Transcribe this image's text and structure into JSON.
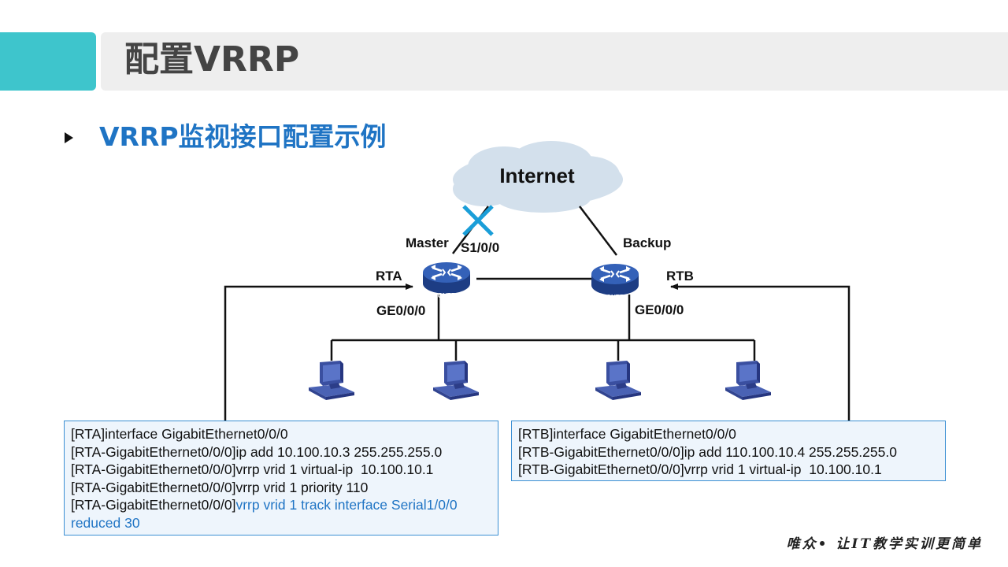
{
  "header": {
    "title": "配置VRRP"
  },
  "section": {
    "subtitle": "VRRP监视接口配置示例"
  },
  "diagram": {
    "cloud_label": "Internet",
    "rta": {
      "name": "RTA",
      "role": "Master",
      "uplink_interface": "S1/0/0",
      "lan_interface": "GE0/0/0",
      "router_badge": "ROUTER"
    },
    "rtb": {
      "name": "RTB",
      "role": "Backup",
      "lan_interface": "GE0/0/0",
      "router_badge": "ROUTER"
    },
    "link_failure_icon": "x-mark-icon",
    "router_icon": "router-icon",
    "pc_icon": "desktop-computer-icon",
    "pc_count": 4,
    "colors": {
      "cloud": "#d3e0ec",
      "router": "#2f5aa8",
      "failure": "#1a9ed8",
      "accent": "#3ec5cc",
      "subtitle": "#1f74c4"
    }
  },
  "config_rta": {
    "lines": [
      "[RTA]interface GigabitEthernet0/0/0",
      "[RTA-GigabitEthernet0/0/0]ip add 10.100.10.3 255.255.255.0",
      "[RTA-GigabitEthernet0/0/0]vrrp vrid 1 virtual-ip  10.100.10.1",
      "[RTA-GigabitEthernet0/0/0]vrrp vrid 1 priority 110"
    ],
    "last_prefix": "[RTA-GigabitEthernet0/0/0]",
    "last_highlight": "vrrp vrid 1 track interface Serial1/0/0",
    "last_highlight_cont": "reduced 30"
  },
  "config_rtb": {
    "lines": [
      "[RTB]interface GigabitEthernet0/0/0",
      "[RTB-GigabitEthernet0/0/0]ip add 110.100.10.4 255.255.255.0",
      "[RTB-GigabitEthernet0/0/0]vrrp vrid 1 virtual-ip  10.100.10.1"
    ]
  },
  "footer": {
    "slogan": "唯众• 让IT教学实训更简单"
  }
}
